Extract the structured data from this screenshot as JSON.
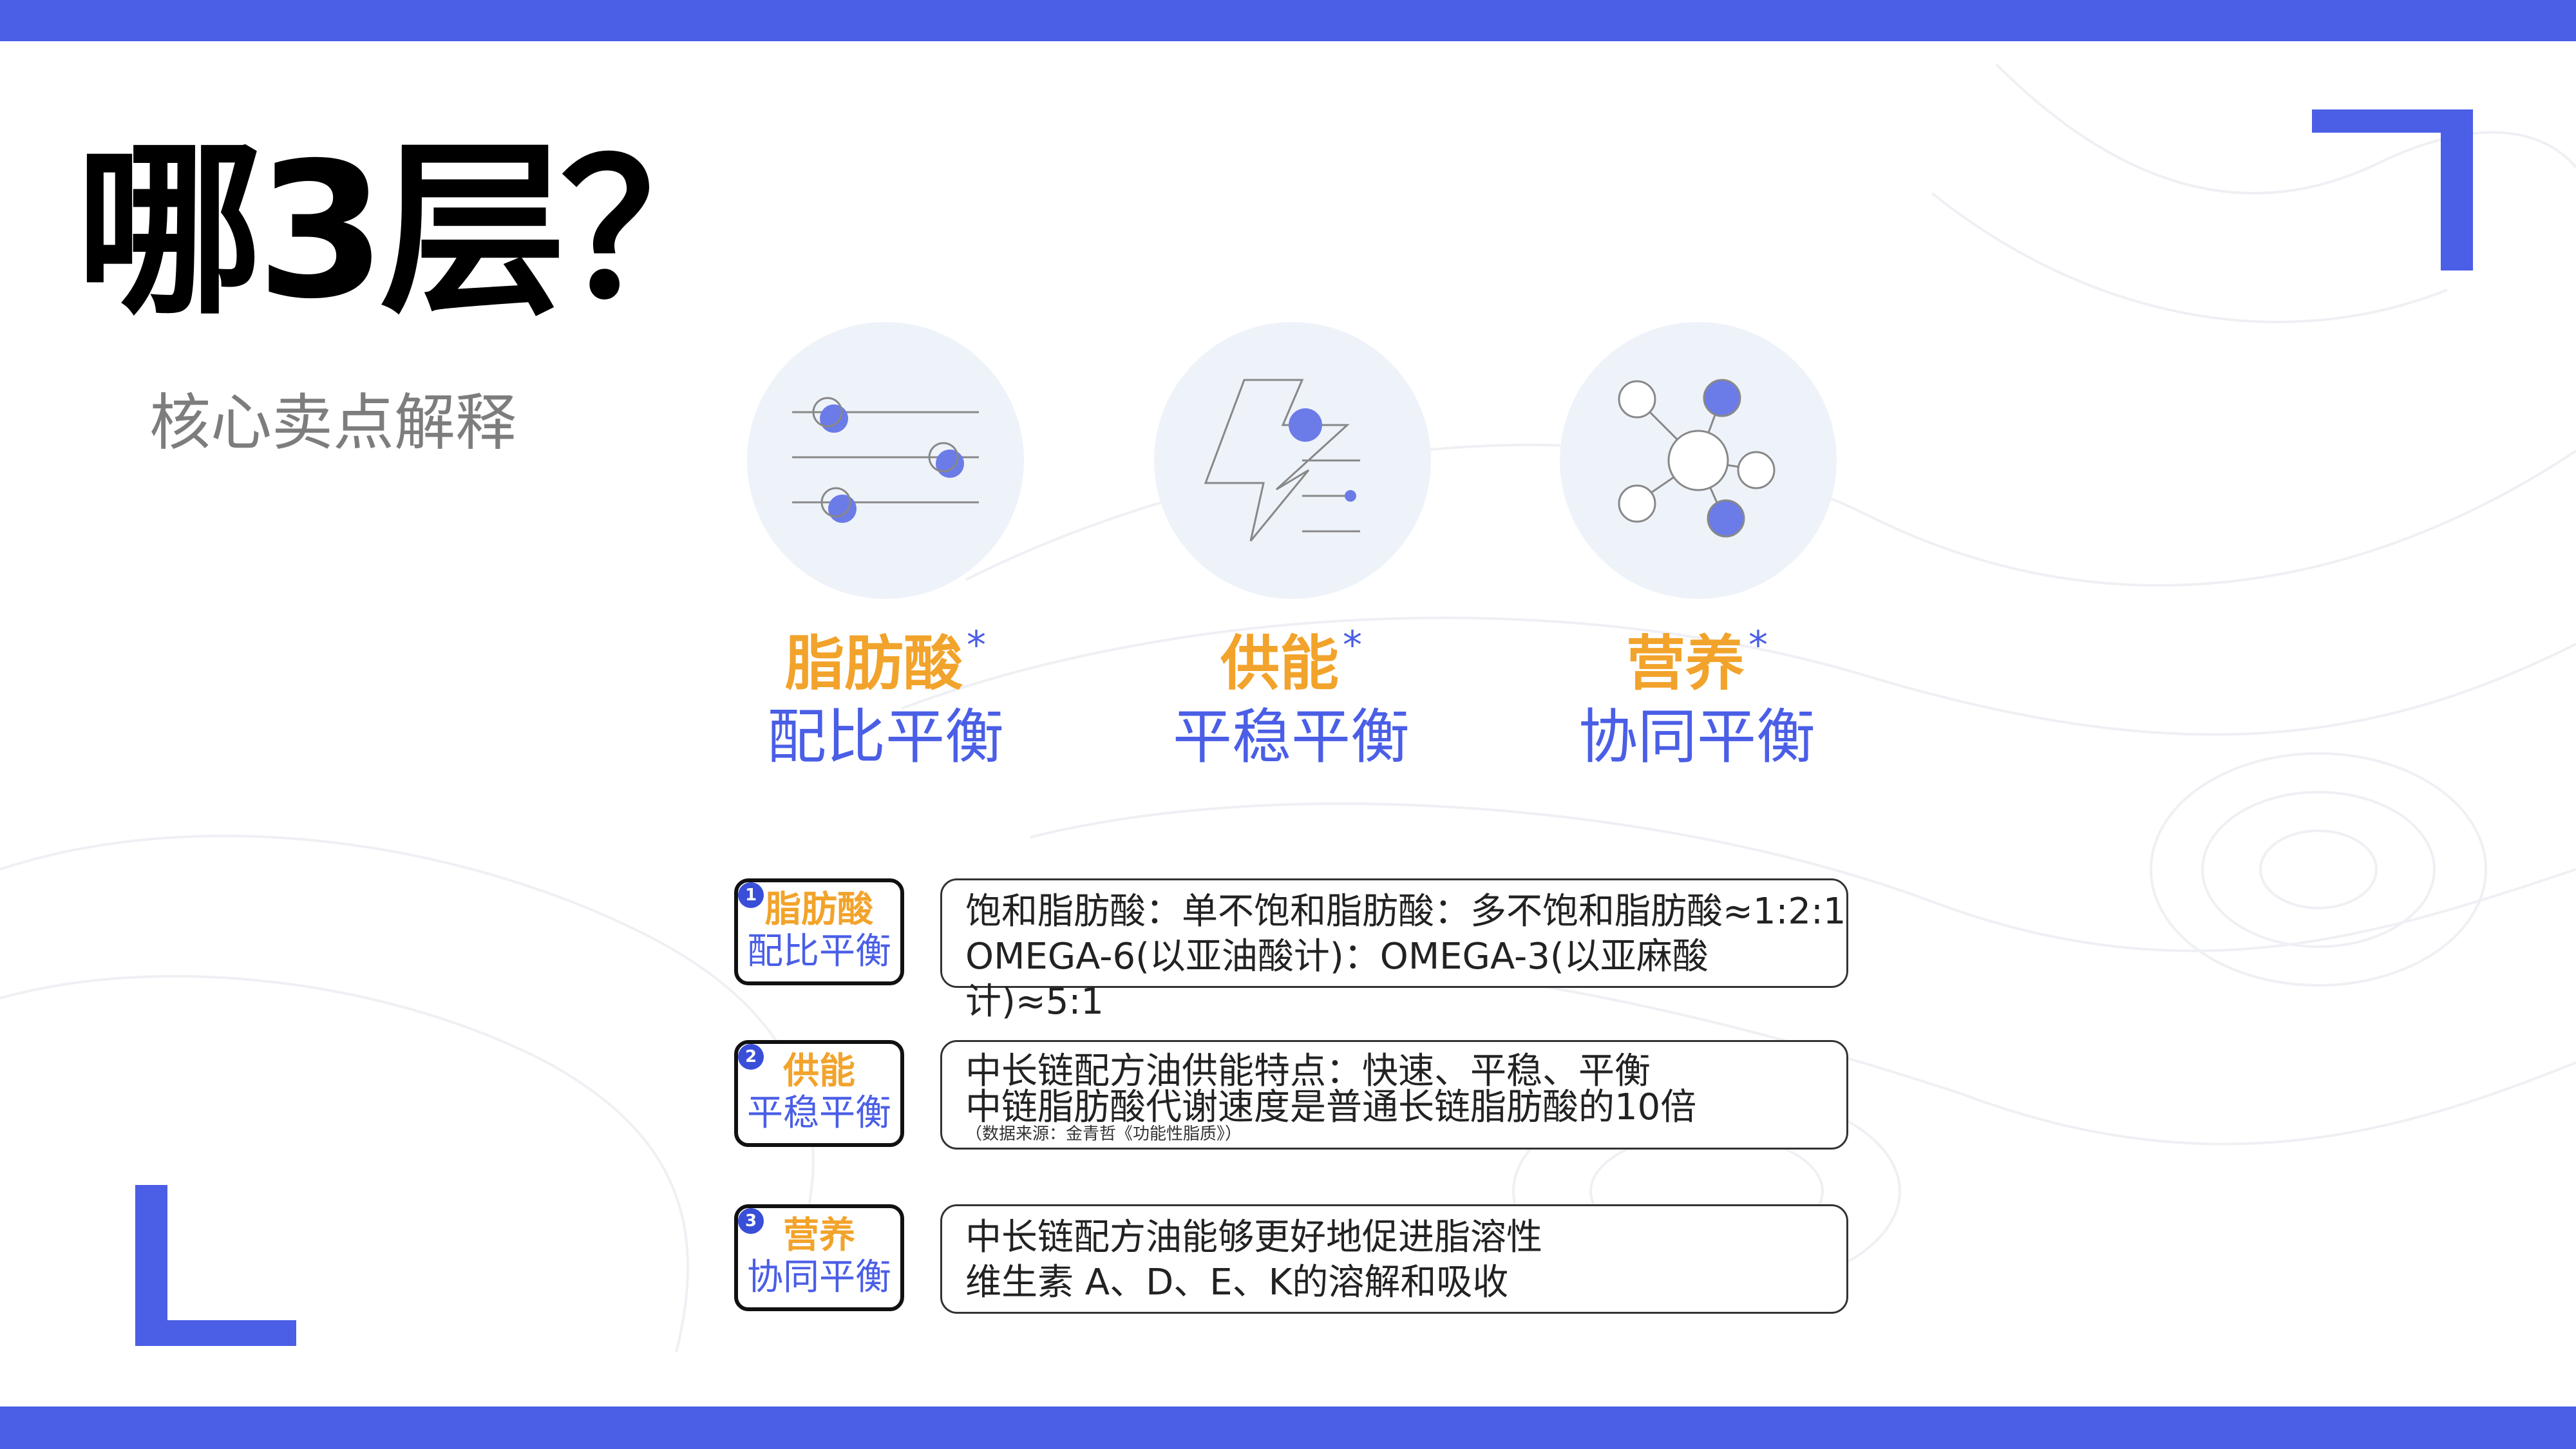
{
  "title": "哪3层？",
  "subtitle": "核心卖点解释",
  "columns": [
    {
      "title": "脂肪酸",
      "star": "*",
      "subtitle": "配比平衡",
      "icon": "sliders-icon"
    },
    {
      "title": "供能",
      "star": "*",
      "subtitle": "平稳平衡",
      "icon": "lightning-icon"
    },
    {
      "title": "营养",
      "star": "*",
      "subtitle": "协同平衡",
      "icon": "molecule-icon"
    }
  ],
  "rows": [
    {
      "num": "1",
      "tag_top": "脂肪酸",
      "tag_bottom": "配比平衡",
      "line1": "饱和脂肪酸：单不饱和脂肪酸：多不饱和脂肪酸≈1:2:1",
      "line2": "OMEGA-6(以亚油酸计)：OMEGA-3(以亚麻酸计)≈5:1",
      "source": ""
    },
    {
      "num": "2",
      "tag_top": "供能",
      "tag_bottom": "平稳平衡",
      "line1": "中长链配方油供能特点：快速、平稳、平衡",
      "line2": "中链脂肪酸代谢速度是普通长链脂肪酸的10倍",
      "source": "（数据来源：金青哲《功能性脂质》）"
    },
    {
      "num": "3",
      "tag_top": "营养",
      "tag_bottom": "协同平衡",
      "line1": "中长链配方油能够更好地促进脂溶性",
      "line2": "维生素 A、D、E、K的溶解和吸收",
      "source": ""
    }
  ],
  "colors": {
    "accent_blue": "#4a5ee6",
    "accent_orange": "#f2a32b",
    "circle_bg": "#eef3fa"
  }
}
